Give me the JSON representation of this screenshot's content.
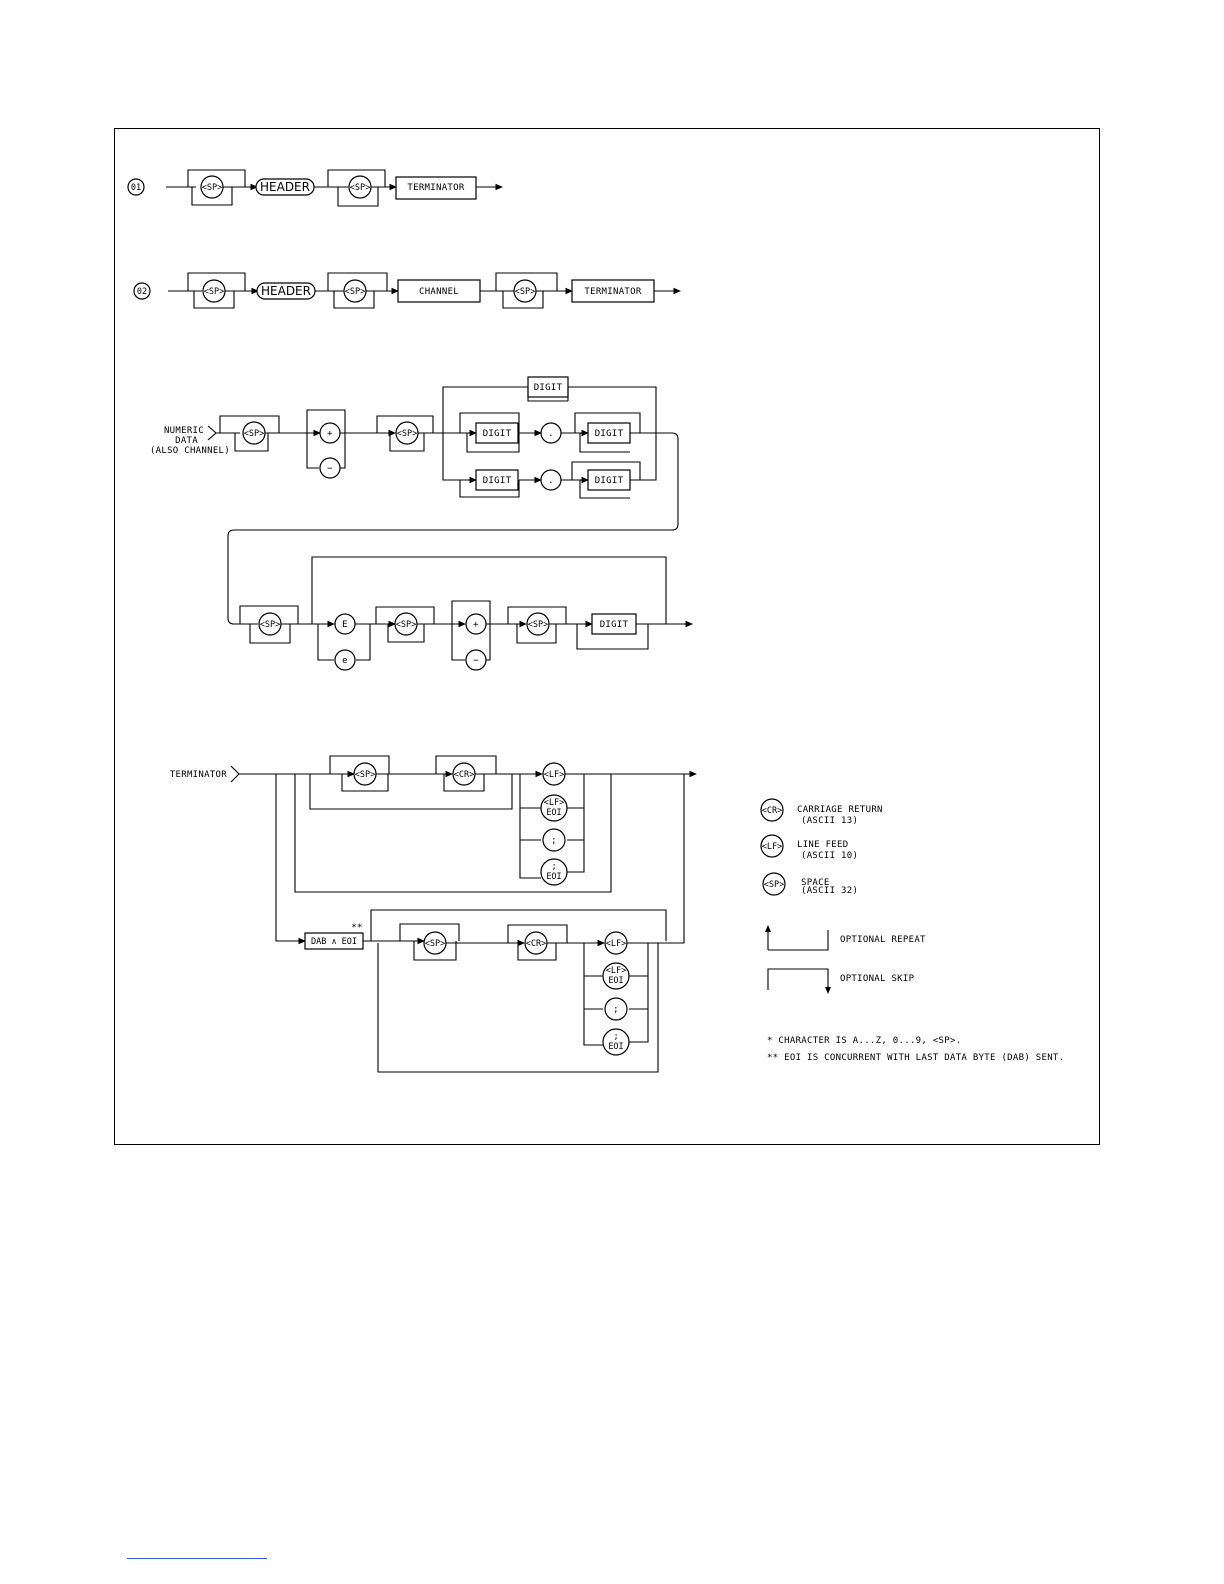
{
  "diagram_01": {
    "label": "01",
    "sp1": "<SP>",
    "header": "HEADER",
    "sp2": "<SP>",
    "terminator": "TERMINATOR"
  },
  "diagram_02": {
    "label": "02",
    "sp1": "<SP>",
    "header": "HEADER",
    "sp2": "<SP>",
    "channel": "CHANNEL",
    "sp3": "<SP>",
    "terminator": "TERMINATOR"
  },
  "numeric": {
    "label_line1": "NUMERIC",
    "label_line2": "DATA",
    "label_line3": "(ALSO CHANNEL)",
    "sp": "<SP>",
    "plus": "+",
    "minus": "−",
    "sp2": "<SP>",
    "digit": "DIGIT",
    "dot": ".",
    "sp3": "<SP>",
    "e_upper": "E",
    "e_lower": "e",
    "sp4": "<SP>",
    "sp5": "<SP>"
  },
  "terminator": {
    "label": "TERMINATOR",
    "sp": "<SP>",
    "cr": "<CR>",
    "lf": "<LF>",
    "eoi": "EOI",
    "semicolon": ";",
    "dab": "DAB ∧ EOI",
    "dab_note": "**"
  },
  "legend": {
    "cr_symbol": "<CR>",
    "cr_line1": "CARRIAGE RETURN",
    "cr_line2": "(ASCII 13)",
    "lf_symbol": "<LF>",
    "lf_line1": "LINE FEED",
    "lf_line2": "(ASCII 10)",
    "sp_symbol": "<SP>",
    "sp_line1": "SPACE",
    "sp_line2": "(ASCII 32)",
    "repeat": "OPTIONAL REPEAT",
    "skip": "OPTIONAL SKIP",
    "note1": "* CHARACTER IS A...Z, 0...9, <SP>.",
    "note2": "** EOI IS CONCURRENT WITH LAST DATA BYTE (DAB) SENT."
  }
}
